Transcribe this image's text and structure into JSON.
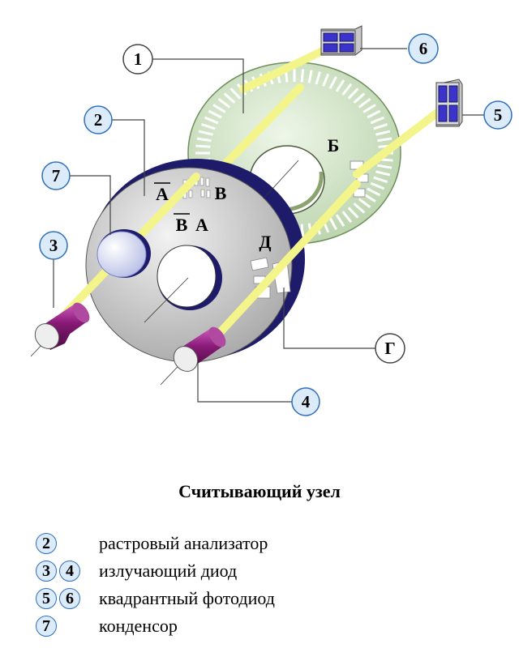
{
  "callouts": {
    "c1": "1",
    "c2": "2",
    "c3": "3",
    "c4": "4",
    "c5": "5",
    "c6": "6",
    "c7": "7",
    "c_g": "Г"
  },
  "disk_labels": {
    "b": "Б",
    "a_bar": "A",
    "b_letter": "B",
    "ba_bar": "B",
    "ba_a": "A",
    "d": "Д"
  },
  "title": "Считывающий узел",
  "legend": [
    {
      "badges": [
        "2"
      ],
      "text": "растровый анализатор"
    },
    {
      "badges": [
        "3",
        "4"
      ],
      "text": "излучающий диод"
    },
    {
      "badges": [
        "5",
        "6"
      ],
      "text": "квадрантный фотодиод"
    },
    {
      "badges": [
        "7"
      ],
      "text": "конденсор"
    }
  ],
  "colors": {
    "beam": "#f3f58a",
    "back_disk": "#d6e8cc",
    "front_disk": "#d2d2d2",
    "front_rim": "#1d1b6a",
    "emitter": "#8a1a78",
    "detector": "#3b33cc",
    "badge_fill": "#dcebf9",
    "badge_border": "#2f6fbd"
  }
}
